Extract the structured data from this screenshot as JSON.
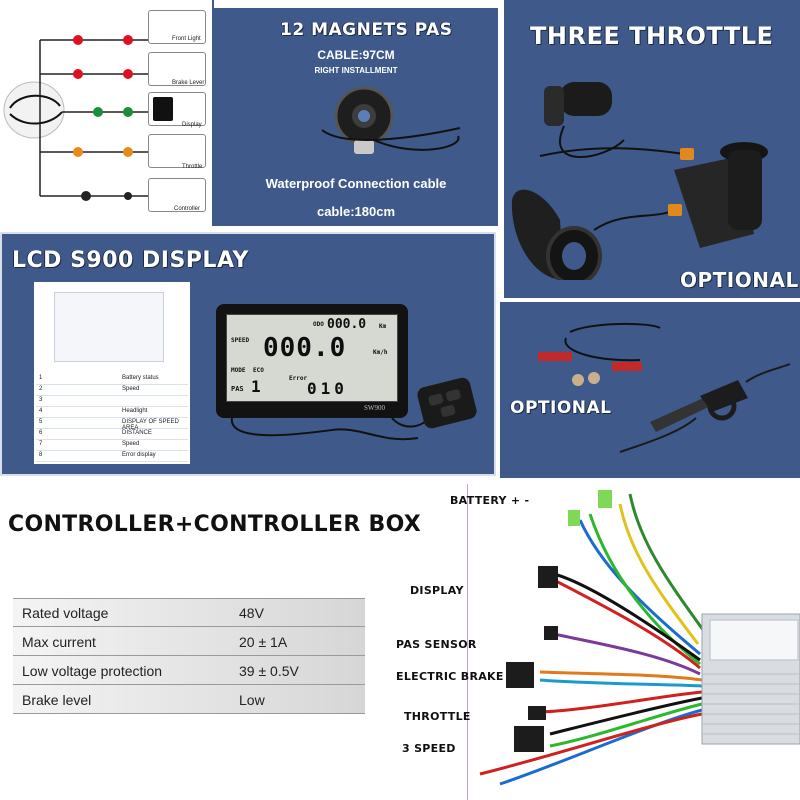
{
  "wiring": {
    "labels": [
      "Front Light",
      "Brake Lever",
      "Display",
      "Throttle",
      "Controller"
    ]
  },
  "pas": {
    "title": "12 MAGNETS PAS",
    "cable": "CABLE:97CM",
    "install": "RIGHT INSTALLMENT",
    "waterproof": "Waterproof Connection cable",
    "cable_len": "cable:180cm"
  },
  "throttle": {
    "title": "THREE THROTTLE",
    "optional": "OPTIONAL"
  },
  "display": {
    "title": "LCD S900 DISPLAY",
    "legend": [
      {
        "n": "1",
        "t": "Battery status"
      },
      {
        "n": "2",
        "t": "Speed"
      },
      {
        "n": "3",
        "t": ""
      },
      {
        "n": "4",
        "t": "Headlight"
      },
      {
        "n": "5",
        "t": "DISPLAY OF SPEED AREA"
      },
      {
        "n": "6",
        "t": "DISTANCE"
      },
      {
        "n": "7",
        "t": "Speed"
      },
      {
        "n": "8",
        "t": "Error display"
      }
    ],
    "lcd": {
      "odo_label": "ODO",
      "odo_value": "000.0",
      "odo_unit": "Km",
      "speed_label": "SPEED",
      "speed_value": "000.0",
      "speed_unit": "Km/h",
      "mode": "MODE",
      "eco": "ECO",
      "pas_label": "PAS",
      "pas_value": "1",
      "error_label": "Error",
      "error_value": "010",
      "model": "SW900"
    }
  },
  "brake": {
    "optional": "OPTIONAL"
  },
  "controller": {
    "title": "CONTROLLER+CONTROLLER BOX",
    "specs": [
      {
        "k": "Rated voltage",
        "v": "48V"
      },
      {
        "k": "Max current",
        "v": "20 ± 1A"
      },
      {
        "k": "Low voltage protection",
        "v": "39 ± 0.5V"
      },
      {
        "k": "Brake level",
        "v": "Low"
      }
    ],
    "wire_labels": {
      "battery": "BATTERY + -",
      "display": "DISPLAY",
      "pas": "PAS SENSOR",
      "brake": "ELECTRIC BRAKE",
      "throttle": "THROTTLE",
      "speed": "3 SPEED"
    }
  }
}
